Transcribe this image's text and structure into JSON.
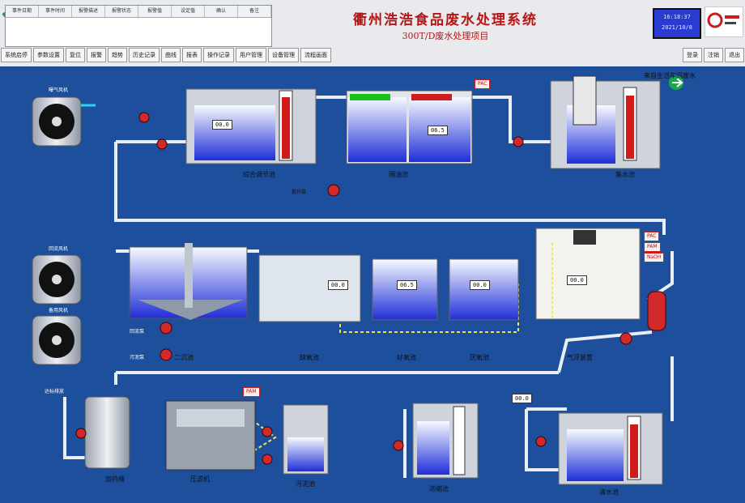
{
  "header": {
    "title": "衢州浩浩食品废水处理系统",
    "subtitle": "300T/D废水处理项目",
    "clock_time": "16:18:37",
    "clock_date": "2021/10/8",
    "table_headers": [
      "事件日期",
      "事件时间",
      "报警描述",
      "报警状态",
      "报警值",
      "设定值",
      "确认",
      "备注"
    ]
  },
  "nav": {
    "buttons": [
      "系统启停",
      "参数设置",
      "复位",
      "报警",
      "趋势",
      "历史记录",
      "曲线",
      "报表",
      "操作记录",
      "用户管理",
      "设备管理",
      "流程画面",
      "登录",
      "注销",
      "退出"
    ]
  },
  "labels": {
    "tank_mix": "综合调节池",
    "tank_sep": "隔油池",
    "tank_collect": "集水池",
    "tank_anaerobic": "厌氧池",
    "tank_anoxic": "缺氧池",
    "tank_aerobic": "好氧池",
    "tank_mbr": "二沉池",
    "tank_clean": "清水池",
    "tank_sludge": "污泥池",
    "tank_sludge_thick": "浓缩池",
    "filter_press": "压滤机",
    "device_air": "气浮装置",
    "tank_chem": "加药桶",
    "blower_1": "曝气风机",
    "blower_2": "回流风机",
    "blower_3": "备用风机",
    "inflow": "来自生活车间废水",
    "pump_lift": "提升泵",
    "pump_return": "回流泵",
    "pump_sludge": "污泥泵",
    "outflow": "达标排放"
  },
  "readings": {
    "level_mix": "00.0",
    "level_sep": "06.5",
    "level_anaerobic": "00.0",
    "level_anoxic": "00.0",
    "level_mbr": "00.0",
    "level_aerobic": "06.5",
    "flow_clean": "00.0",
    "pac_tag": "PAC",
    "pam_tag": "PAM",
    "naoh_tag": "NaOH",
    "chem_tag": "PAC",
    "pump_tag": "PAM"
  },
  "colors": {
    "background": "#1d4f9c",
    "header_bg": "#e9eaee",
    "pipe": "#e9eef4",
    "water_top": "#f7faff",
    "water_bottom": "#1f2fd8",
    "pump_red": "#d22a2a",
    "level_bar": "#d11b1b"
  }
}
